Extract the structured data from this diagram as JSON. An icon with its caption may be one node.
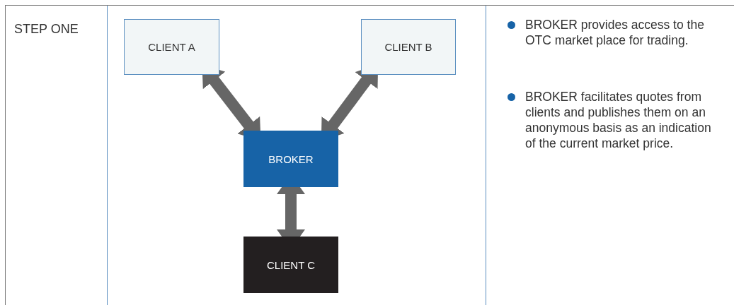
{
  "diagram": {
    "nodes": [
      {
        "text": [
          "CLIENT A"
        ]
      },
      {
        "text": [
          "CLIENT B"
        ]
      },
      {
        "text": [
          "BROKER"
        ]
      },
      {
        "text": [
          "CLIENT C"
        ]
      }
    ],
    "edges": [
      {
        "from": 0,
        "to": 2,
        "arrow": "both"
      },
      {
        "from": 1,
        "to": 2,
        "arrow": "both"
      },
      {
        "from": 2,
        "to": 3,
        "arrow": "both"
      }
    ],
    "labels": [
      "STEP ONE",
      "BROKER provides access to the OTC market place for trading.",
      "BROKER facilitates quotes from clients and publishes them on an anonymous basis as an indication of the current market price."
    ]
  }
}
